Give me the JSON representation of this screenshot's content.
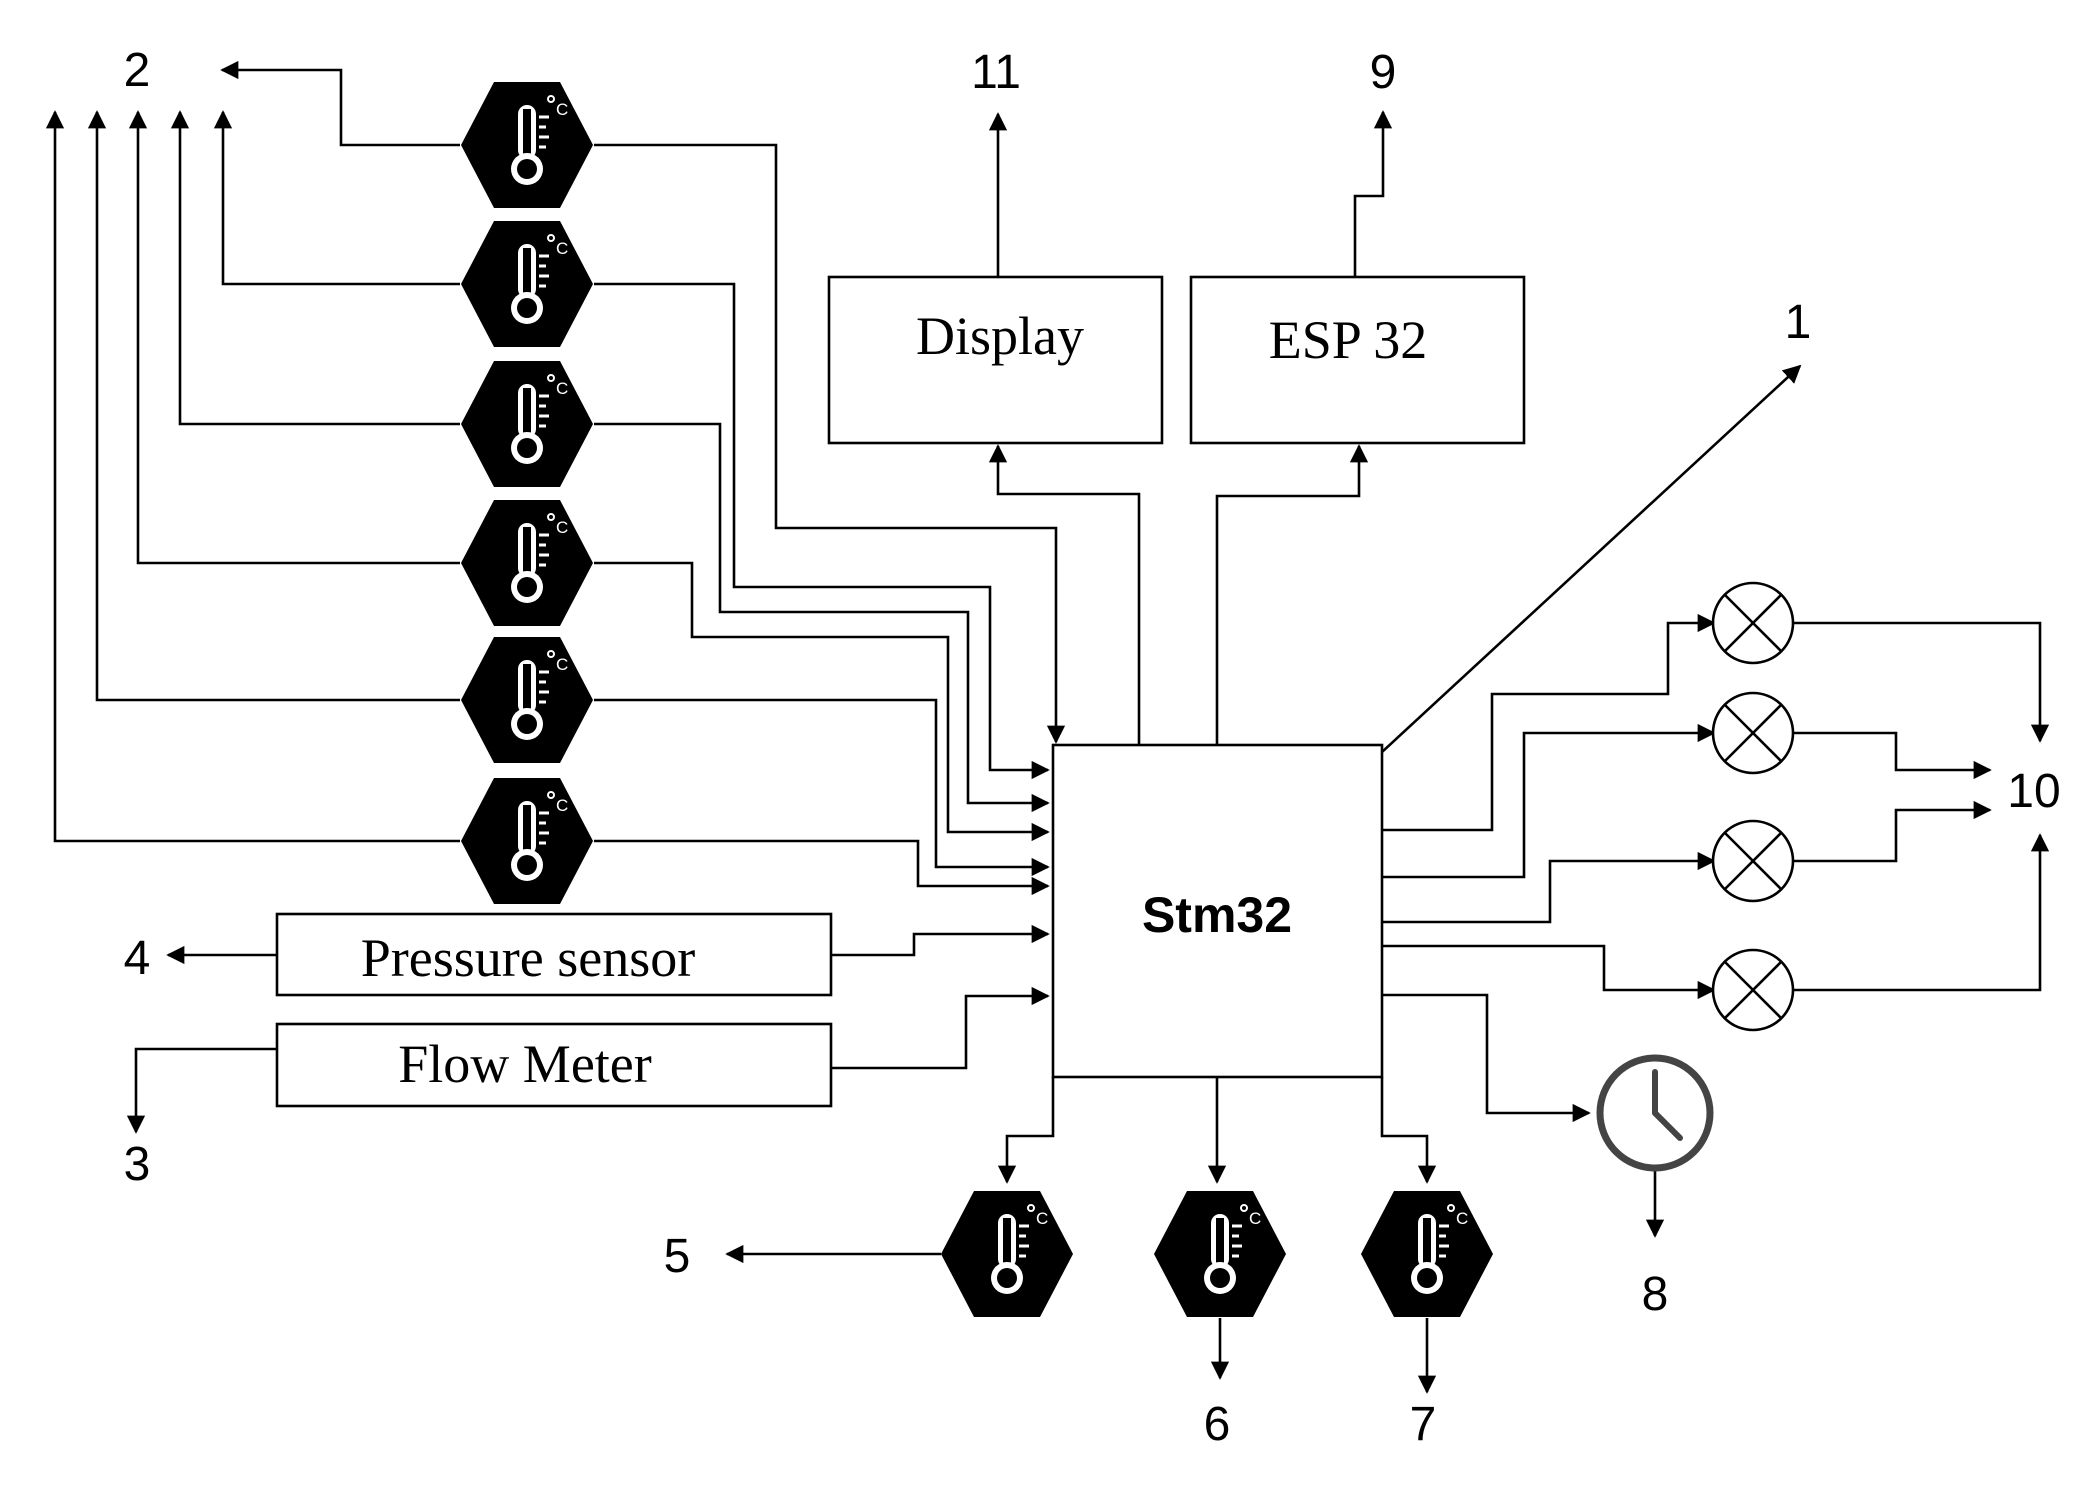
{
  "blocks": {
    "mcu": "Stm32",
    "display": "Display",
    "esp": "ESP 32",
    "pressure": "Pressure sensor",
    "flow": "Flow Meter"
  },
  "callouts": {
    "n1": "1",
    "n2": "2",
    "n3": "3",
    "n4": "4",
    "n5": "5",
    "n6": "6",
    "n7": "7",
    "n8": "8",
    "n9": "9",
    "n10": "10",
    "n11": "11"
  },
  "icons": {
    "temperature_sensor": "thermometer-icon",
    "temperature_unit": "°C",
    "lamp": "lamp-x-icon",
    "timer": "clock-icon"
  },
  "colors": {
    "line": "#000000",
    "sensor_fill": "#000000",
    "background": "#ffffff"
  }
}
